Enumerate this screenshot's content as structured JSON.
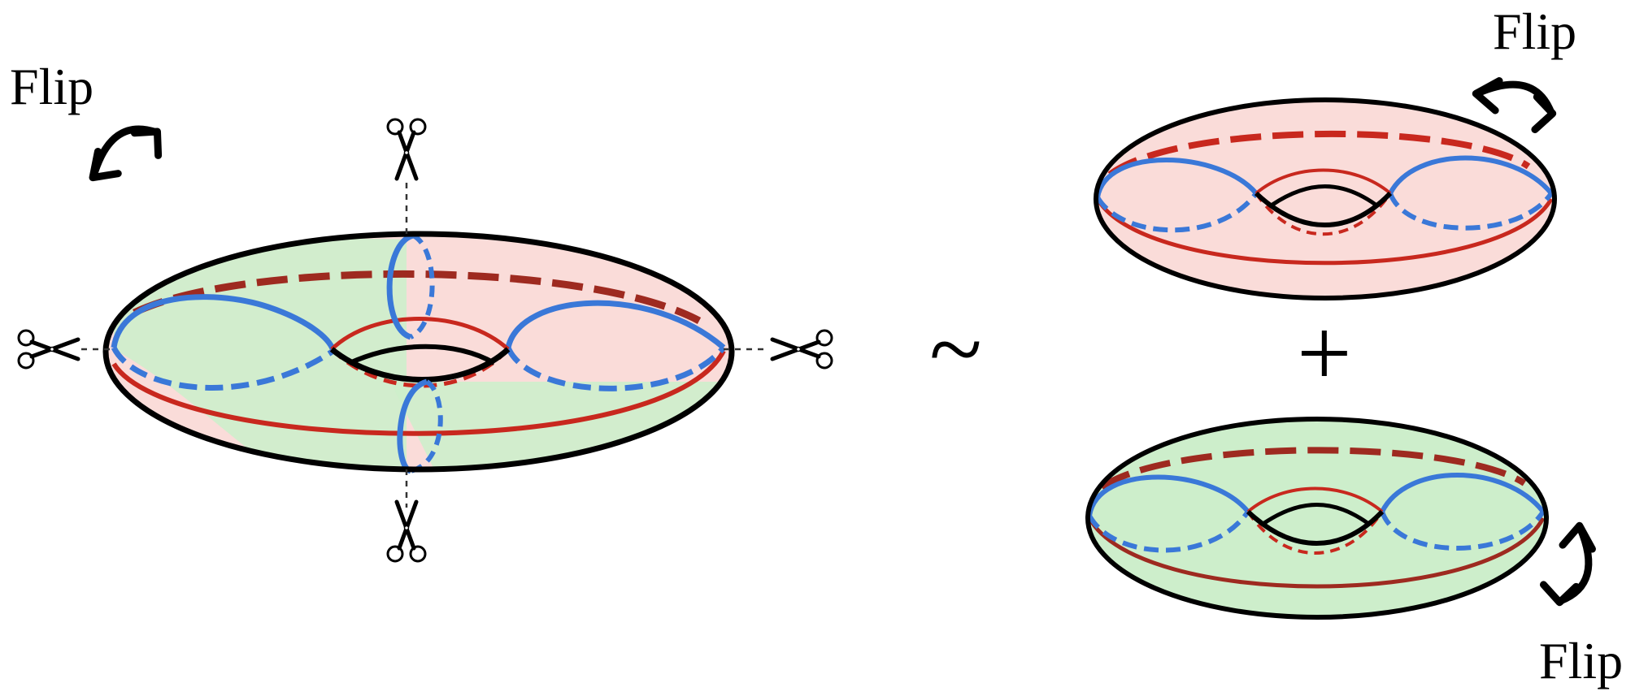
{
  "labels": {
    "flip_left": "Flip",
    "flip_top_right": "Flip",
    "flip_bottom_right": "Flip",
    "equivalence": "~",
    "plus": "+"
  },
  "colors": {
    "outline": "#000000",
    "red_curve": "#c8281e",
    "blue_curve": "#3a78d8",
    "pink_fill": "#fadcd9",
    "green_fill": "#cdeecb",
    "cut_line": "#333333"
  },
  "icons": [
    "scissors-icon",
    "curved-double-arrow-icon"
  ]
}
